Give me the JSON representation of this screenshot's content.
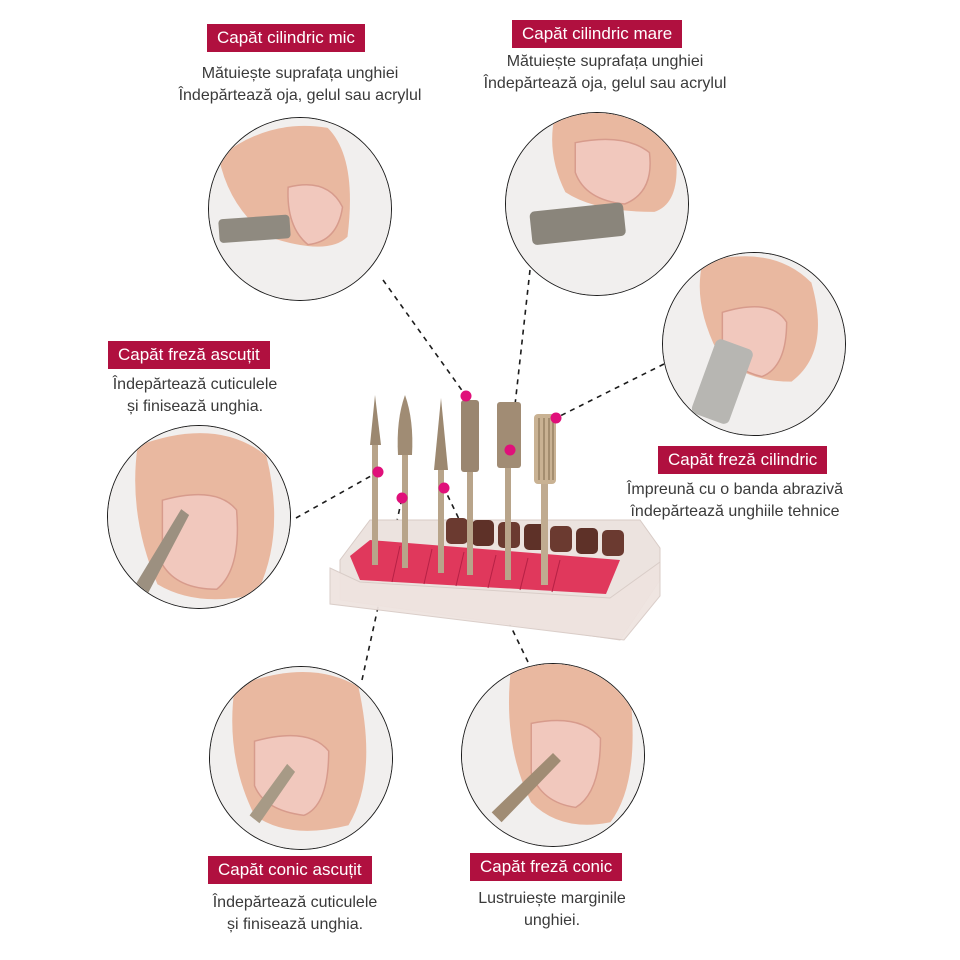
{
  "callouts": {
    "small_cylinder": {
      "title": "Capăt cilindric mic",
      "lines": [
        "Mătuiește suprafața unghiei",
        "Îndepărtează oja, gelul sau acrylul"
      ]
    },
    "large_cylinder": {
      "title": "Capăt cilindric mare",
      "lines": [
        "Mătuiește suprafața unghiei",
        "Îndepărtează oja, gelul sau acrylul"
      ]
    },
    "sharp_cutter": {
      "title": "Capăt freză ascuțit",
      "lines": [
        "Îndepărtează cuticulele",
        "și finisează unghia."
      ]
    },
    "cylinder_cutter": {
      "title": "Capăt freză cilindric",
      "lines": [
        "Împreună cu o banda abrazivă",
        "îndepărtează unghiile tehnice"
      ]
    },
    "sharp_cone": {
      "title": "Capăt conic ascuțit",
      "lines": [
        "Îndepărtează cuticulele",
        "și finisează unghia."
      ]
    },
    "cone_cutter": {
      "title": "Capăt freză conic",
      "lines": [
        "Lustruiește marginile",
        "unghiei."
      ]
    }
  },
  "colors": {
    "label_bg": "#b0103f",
    "marker": "#e0107a",
    "case": "#e8dcd8",
    "foam": "#e0385c",
    "bit_metal": "#b8a48a"
  }
}
